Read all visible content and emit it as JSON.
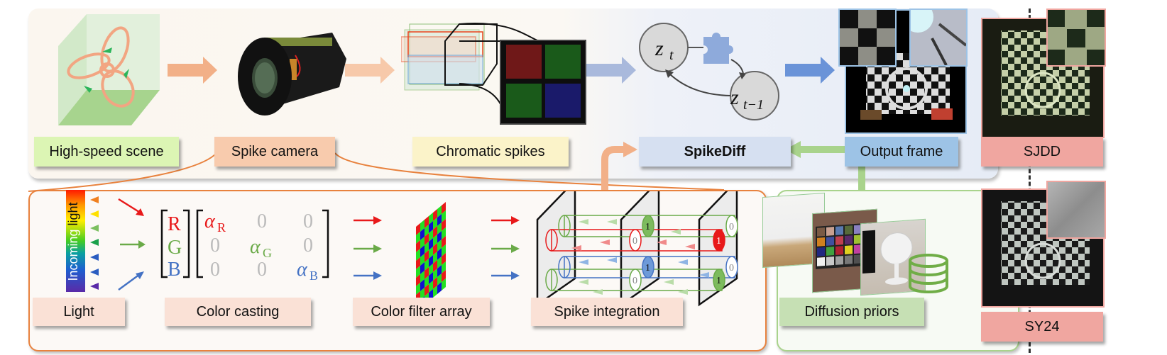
{
  "labels": {
    "high_speed_scene": "High-speed scene",
    "spike_camera": "Spike camera",
    "chromatic_spikes": "Chromatic spikes",
    "spikediff": "SpikeDiff",
    "output_frame": "Output frame",
    "sjdd": "SJDD",
    "sy24": "SY24",
    "light": "Light",
    "color_casting": "Color casting",
    "color_filter_array": "Color filter array",
    "spike_integration": "Spike integration",
    "diffusion_priors": "Diffusion priors",
    "incoming_light_1": "Incoming ",
    "incoming_light_2": "light"
  },
  "latent": {
    "z_t": "z",
    "z_t_sub": "t",
    "z_prev": "z",
    "z_prev_sub": "t−1"
  },
  "matrix": {
    "vector": [
      "R",
      "G",
      "B"
    ],
    "alpha": "α",
    "alpha_subs": [
      "R",
      "G",
      "B"
    ],
    "zero": "0"
  },
  "spike_values": {
    "mid_plane": [
      "1",
      "0",
      "1",
      "0"
    ],
    "right_plane": [
      "0",
      "1",
      "0",
      "1"
    ]
  },
  "colors": {
    "red": "#e8191a",
    "green": "#6aaa48",
    "blue": "#4472c4",
    "orange_arrow": "#f2b088",
    "blue_arrow": "#a9b9dc",
    "green_label": "#dcf5b4",
    "peach_label": "#f8cbad",
    "yellow_label": "#fbf3c9",
    "spikediff_label": "#d6e0f1",
    "output_label": "#9dc3e6",
    "compare_label": "#f0a6a0",
    "bottom_label": "#fae1d6",
    "diffusion_label": "#c6e0b4"
  }
}
